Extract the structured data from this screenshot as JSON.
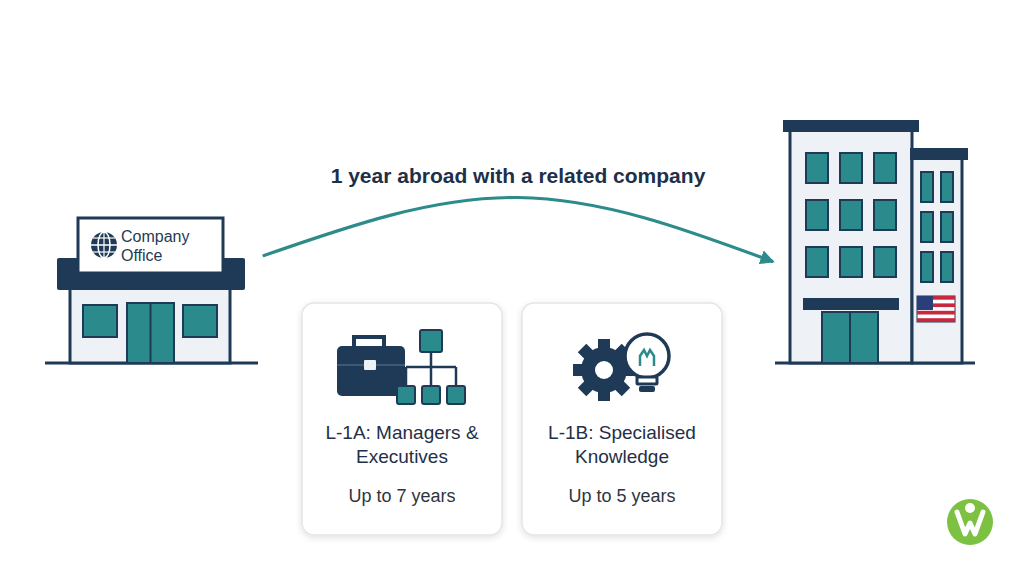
{
  "diagram": {
    "nodes": [
      {
        "text": [
          "Company Office"
        ]
      },
      {
        "text": [
          "L-1A: Managers & Executives",
          "Up to 7 years"
        ]
      },
      {
        "text": [
          "L-1B: Specialised Knowledge",
          "Up to 5 years"
        ]
      },
      {
        "text": []
      }
    ],
    "edges": [
      {
        "from": 0,
        "to": 3,
        "arrow": "to",
        "label": "1 year abroad with a related company"
      }
    ]
  }
}
